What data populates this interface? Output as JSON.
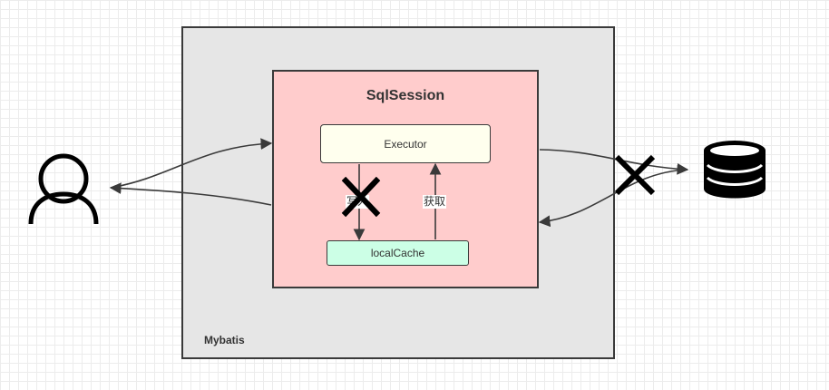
{
  "diagram": {
    "container_label": "Mybatis",
    "session_title": "SqlSession",
    "executor_label": "Executor",
    "cache_label": "localCache",
    "edge_write_label": "写入",
    "edge_get_label": "获取",
    "icons": [
      "user-icon",
      "database-icon",
      "cross-mark-icon"
    ],
    "colors": {
      "container_fill": "#e6e6e6",
      "session_fill": "#ffcccc",
      "executor_fill": "#ffffee",
      "cache_fill": "#ccffe6",
      "stroke": "#3a3a3a"
    }
  }
}
